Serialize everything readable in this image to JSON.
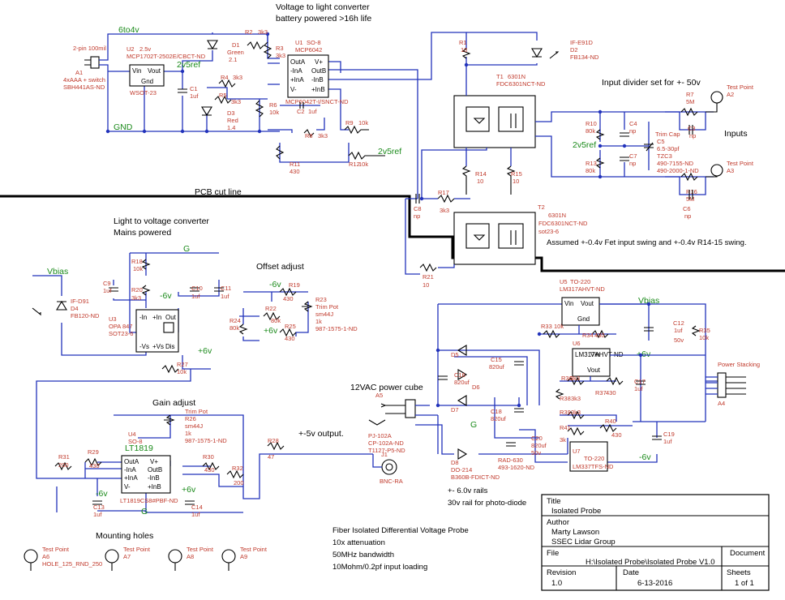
{
  "titles": {
    "v2l_1": "Voltage to light converter",
    "v2l_2": "battery powered >16h life",
    "l2v_1": "Light to voltage converter",
    "l2v_2": "Mains powered",
    "pcb_cut": "PCB cut line",
    "input_divider": "Input divider set for +- 50v",
    "inputs": "Inputs",
    "offset": "Offset adjust",
    "gain": "Gain adjust",
    "out5": "+-5v output.",
    "power_cube": "12VAC power cube",
    "assumed": "Assumed +-0.4v Fet input swing and +-0.4v R14-15 swing.",
    "rails1": "+- 6.0v rails",
    "rails2": "30v rail for photo-diode",
    "mounting": "Mounting holes",
    "power_stacking": "Power Stacking"
  },
  "notes": [
    "Fiber Isolated Differential Voltage Probe",
    "10x attenuation",
    "50MHz bandwidth",
    "10Mohm/0.2pf input loading"
  ],
  "nets": {
    "6to4v": "6to4v",
    "2v5ref": "2v5ref",
    "gnd": "GND",
    "vbias": "Vbias",
    "g": "G",
    "m6v": "-6v",
    "p6v": "+6v"
  },
  "parts": {
    "conn": [
      "2-pin 100mil",
      "A1",
      "4xAAA + switch",
      "SBH441AS-ND"
    ],
    "u2": [
      "U2",
      "2.5v",
      "MCP1702T-2502E/CBCT-ND",
      "Vin",
      "Vout",
      "Gnd",
      "WSOT-23"
    ],
    "c1": [
      "C1",
      "1uf"
    ],
    "d1": [
      "D1",
      "Green",
      "2.1"
    ],
    "d3": [
      "D3",
      "Red",
      "1.4"
    ],
    "r2": [
      "R2",
      "3k3"
    ],
    "r3": [
      "R3",
      "3k3"
    ],
    "r4": [
      "R4",
      "3k3"
    ],
    "r5": [
      "R5",
      "3k3"
    ],
    "r6": [
      "R6",
      "10k"
    ],
    "u1": [
      "U1",
      "SO-8",
      "MCP6042",
      "OutA",
      "V+",
      "-InA",
      "OutB",
      "+InA",
      "-InB",
      "V-",
      "+InB",
      "MCP6042T-I/SNCT-ND"
    ],
    "c2": [
      "C2",
      "1uf"
    ],
    "r8": [
      "R8",
      "3k3"
    ],
    "r9": [
      "R9",
      "10k"
    ],
    "r11": [
      "R11",
      "430"
    ],
    "r12": [
      "R12",
      "10k"
    ],
    "r1": [
      "R1",
      "10"
    ],
    "d2": [
      "IF-E91D",
      "D2",
      "FB134-ND"
    ],
    "t1": [
      "T1",
      "6301N",
      "FDC6301NCT-ND"
    ],
    "t2": [
      "T2",
      "6301N",
      "FDC6301NCT-ND",
      "sot23-6"
    ],
    "r14": [
      "R14",
      "10"
    ],
    "r15": [
      "R15",
      "10"
    ],
    "c8": [
      "C8",
      "np"
    ],
    "r17": [
      "R17",
      "3k3"
    ],
    "r21": [
      "R21",
      "10"
    ],
    "r7": [
      "R7",
      "5M"
    ],
    "c3": [
      "C3",
      "np"
    ],
    "r10": [
      "R10",
      "80k"
    ],
    "c4": [
      "C4",
      "np"
    ],
    "c5": [
      "Trim Cap",
      "C5",
      "6.5-30pf",
      "TZC3",
      "490-7155-ND",
      "490-2000-1-ND"
    ],
    "c7": [
      "C7",
      "np"
    ],
    "r13": [
      "R13",
      "80k"
    ],
    "r16": [
      "R16",
      "5M"
    ],
    "c6": [
      "C6",
      "np"
    ],
    "a2": [
      "Test Point",
      "A2"
    ],
    "a3": [
      "Test Point",
      "A3"
    ],
    "r18": [
      "R18",
      "10k"
    ],
    "c9": [
      "C9",
      "1uf"
    ],
    "r20": [
      "R20",
      "3k3"
    ],
    "c10": [
      "C10",
      "1uf"
    ],
    "c11": [
      "C11",
      "1uf"
    ],
    "d4": [
      "IF-D91",
      "D4",
      "FB120-ND"
    ],
    "u3": [
      "U3",
      "OPA 847",
      "SOT23-6",
      "-In",
      "+In",
      "Out",
      "-Vs",
      "+Vs",
      "Dis"
    ],
    "r27": [
      "R27",
      "10k"
    ],
    "r19": [
      "R19",
      "430"
    ],
    "r22": [
      "R22",
      "80k"
    ],
    "r23": [
      "R23",
      "Trim Pot",
      "sm44J",
      "1k",
      "987-1575-1-ND"
    ],
    "r24": [
      "R24",
      "80k"
    ],
    "r25": [
      "R25",
      "430"
    ],
    "u4": [
      "U4",
      "SO-8",
      "LT1819",
      "OutA",
      "V+",
      "-InA",
      "OutB",
      "+InA",
      "-InB",
      "V-",
      "+InB",
      "LT1819CS8#PBF-ND"
    ],
    "r26": [
      "Trim Pot",
      "R26",
      "sm44J",
      "1k",
      "987-1575-1-ND"
    ],
    "r29": [
      "R29",
      "430"
    ],
    "r31": [
      "R31",
      "200"
    ],
    "r30": [
      "R30",
      "430"
    ],
    "r32": [
      "R32",
      "200"
    ],
    "r28": [
      "R28",
      "47"
    ],
    "c13": [
      "C13",
      "1uf"
    ],
    "c14": [
      "C14",
      "1uf"
    ],
    "j1": [
      "J1",
      "BNC-RA"
    ],
    "a5": [
      "A5",
      "PJ-102A",
      "CP-102A-ND",
      "T1127-P5-ND"
    ],
    "d5": [
      "D5"
    ],
    "d6": [
      "D6"
    ],
    "d7": [
      "D7"
    ],
    "d8": [
      "D8",
      "DO-214",
      "B360B-FDICT-ND"
    ],
    "c15": [
      "C15",
      "820uf"
    ],
    "c16": [
      "C16",
      "820uf"
    ],
    "c18": [
      "C18",
      "820uf"
    ],
    "c20": [
      "C20",
      "820uf",
      "50v",
      "RAD-630",
      "493-1620-ND"
    ],
    "u5": [
      "U5",
      "TO-220",
      "LM317AHVT-ND",
      "Vin",
      "Vout",
      "Gnd"
    ],
    "r33": [
      "R33",
      "10k"
    ],
    "r34": [
      "R34",
      "430"
    ],
    "c12": [
      "C12",
      "1uf",
      "50v"
    ],
    "r35": [
      "R35",
      "10k"
    ],
    "u6": [
      "U6",
      "LM317AHVT-ND",
      "Vin",
      "Vout",
      "Gnd"
    ],
    "r36": [
      "R36",
      "3k3"
    ],
    "r37": [
      "R37",
      "430"
    ],
    "r38": [
      "R38",
      "3k3"
    ],
    "c17": [
      "C17",
      "1uf"
    ],
    "r39": [
      "R39",
      "3k3"
    ],
    "r41": [
      "R41",
      "3k"
    ],
    "r40": [
      "R40",
      "430"
    ],
    "u7": [
      "U7",
      "TO-220",
      "LM337TFS-ND"
    ],
    "c19": [
      "C19",
      "1uf"
    ],
    "a4": [
      "A4"
    ],
    "a6": [
      "Test Point",
      "A6",
      "HOLE_125_RND_250"
    ],
    "a7": [
      "Test Point",
      "A7"
    ],
    "a8": [
      "Test Point",
      "A8"
    ],
    "a9": [
      "Test Point",
      "A9"
    ]
  },
  "title_block": {
    "title_label": "Title",
    "title_value": "Isolated Probe",
    "author_label": "Author",
    "author_name": "Marty Lawson",
    "author_org": "SSEC Lidar Group",
    "file_label": "File",
    "document_label": "Document",
    "file_value": "H:\\Isolated Probe\\Isolated Probe V1.0",
    "revision_label": "Revision",
    "revision_value": "1.0",
    "date_label": "Date",
    "date_value": "6-13-2016",
    "sheets_label": "Sheets",
    "sheets_value": "1 of 1"
  }
}
